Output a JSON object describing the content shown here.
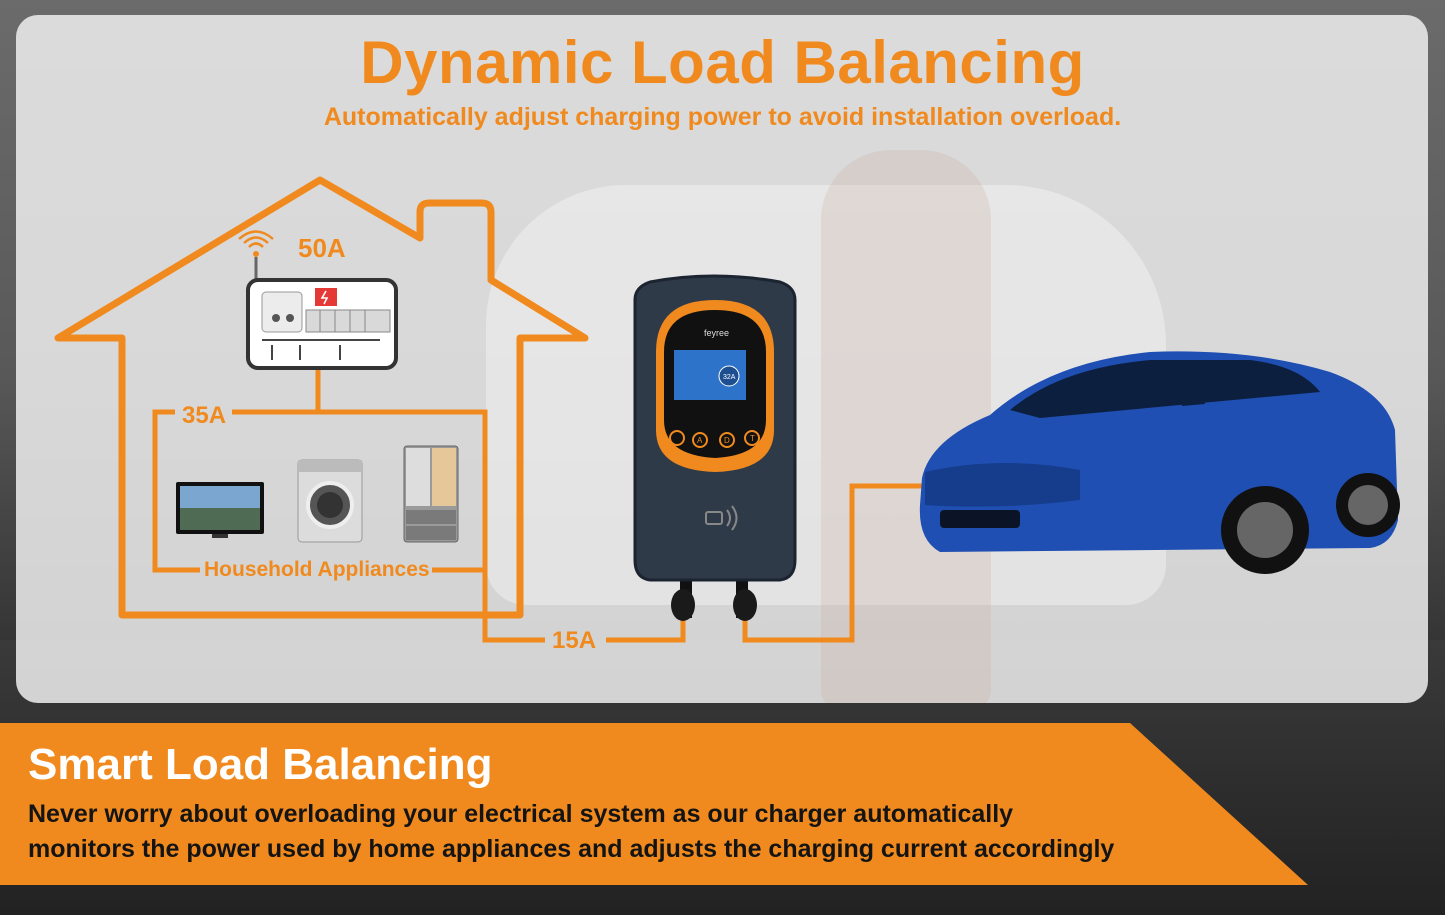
{
  "header": {
    "title": "Dynamic Load Balancing",
    "subtitle": "Automatically adjust charging power to avoid installation overload."
  },
  "diagram": {
    "house_supply": "50A",
    "appliances_current": "35A",
    "appliances_label": "Household Appliances",
    "charger_current": "15A",
    "charger_brand": "feyree",
    "charger_display_current": "32A",
    "charger_buttons": [
      "A",
      "D",
      "T"
    ],
    "appliance_icons": [
      "tv-icon",
      "washing-machine-icon",
      "refrigerator-icon"
    ]
  },
  "banner": {
    "title": "Smart Load Balancing",
    "line1": "Never worry about overloading your electrical system as our charger automatically",
    "line2": "monitors the power used by home appliances and adjusts the charging current accordingly"
  },
  "colors": {
    "accent": "#f08a1e",
    "banner": "#f08a1e",
    "car": "#1f4fb3"
  }
}
